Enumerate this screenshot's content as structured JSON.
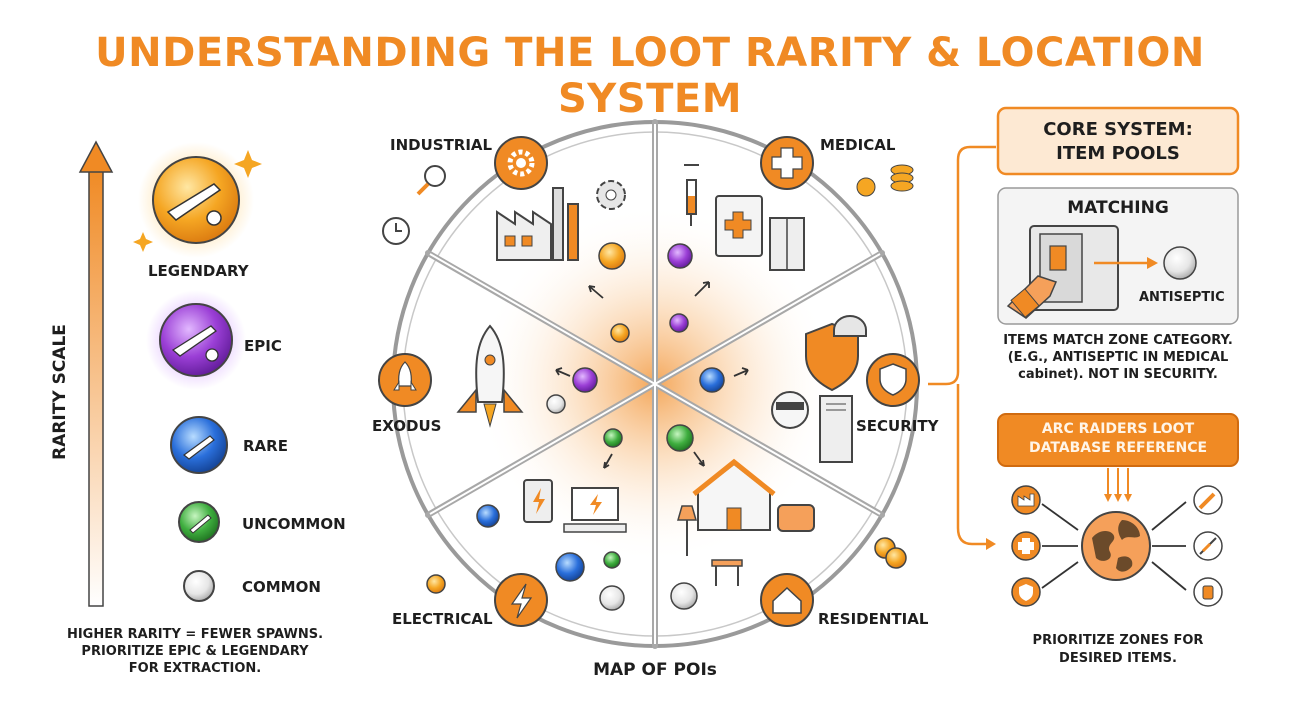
{
  "title": "UNDERSTANDING THE LOOT RARITY & LOCATION SYSTEM",
  "rarity_scale": {
    "axis_label": "RARITY SCALE",
    "tiers": [
      {
        "label": "LEGENDARY",
        "color": "#f5a623"
      },
      {
        "label": "EPIC",
        "color": "#9b3fd6"
      },
      {
        "label": "RARE",
        "color": "#2a6fdb"
      },
      {
        "label": "UNCOMMON",
        "color": "#3fae3f"
      },
      {
        "label": "COMMON",
        "color": "#e6e6e6"
      }
    ],
    "note": [
      "HIGHER RARITY = FEWER SPAWNS.",
      "PRIORITIZE EPIC & LEGENDARY",
      "FOR EXTRACTION."
    ]
  },
  "poi_map": {
    "caption": "MAP OF POIs",
    "zones": [
      "INDUSTRIAL",
      "MEDICAL",
      "SECURITY",
      "RESIDENTIAL",
      "ELECTRICAL",
      "EXODUS"
    ],
    "accent": "#f08a24"
  },
  "core_system": {
    "heading": [
      "CORE SYSTEM:",
      "ITEM POOLS"
    ],
    "matching": {
      "heading": "MATCHING",
      "item_label": "ANTISEPTIC"
    },
    "match_note": [
      "ITEMS MATCH ZONE CATEGORY.",
      "(E.G., ANTISEPTIC IN MEDICAL",
      "cabinet). NOT IN SECURITY."
    ],
    "database": {
      "label": [
        "ARC RAIDERS LOOT",
        "DATABASE REFERENCE"
      ]
    },
    "footer": [
      "PRIORITIZE ZONES FOR",
      "DESIRED ITEMS."
    ]
  }
}
